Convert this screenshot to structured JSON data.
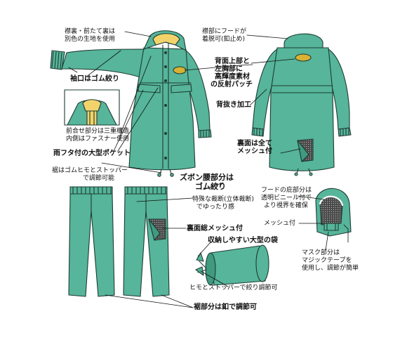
{
  "colors": {
    "fabric": "#56b59a",
    "fabric_dark": "#3f9a80",
    "collar": "#f2d36b",
    "mesh": "#5a5a5a",
    "reflective": "#d9b233",
    "ink": "#111111"
  },
  "labels": {
    "collar_line1": "襟裏・前たて裏は",
    "collar_line2": "別色の生地を使用",
    "cuff": "袖口はゴム絞り",
    "front_line1": "前合せ部分は三重構造",
    "front_line2": "内側はファスナー使用",
    "pocket": "雨フタ付の大型ポケット",
    "hem_line1": "裾はゴムヒモとストッパー",
    "hem_line2": "で調節可能",
    "hood_line1": "襟部にフードが",
    "hood_line2": "着脱可(釦止め)",
    "patch_line1": "背面上部と",
    "patch_line2": "左胸部に",
    "patch_line3": "高輝度素材",
    "patch_line4": "の反射パッチ",
    "vent": "背抜き加工",
    "lining_line1": "裏面は全て",
    "lining_line2": "メッシュ付",
    "waist_line1": "ズボン腰部分は",
    "waist_line2": "ゴム絞り",
    "cut_line1": "特殊な裁断(立体裁断)",
    "cut_line2": "でゆったり感",
    "pants_mesh": "裏面総メッシュ付",
    "bag": "収納しやすい大型の袋",
    "bag_cord": "ヒモとストッパーで絞り調節可",
    "pants_hem": "裾部分は釦で調節可",
    "hood_vinyl_line1": "フードの庇部分は",
    "hood_vinyl_line2": "透明ビニール付で",
    "hood_vinyl_line3": "より視界を確保",
    "hood_mesh": "メッシュ付",
    "mask_line1": "マスク部分は",
    "mask_line2": "マジックテープを",
    "mask_line3": "使用し、調節が簡単"
  }
}
